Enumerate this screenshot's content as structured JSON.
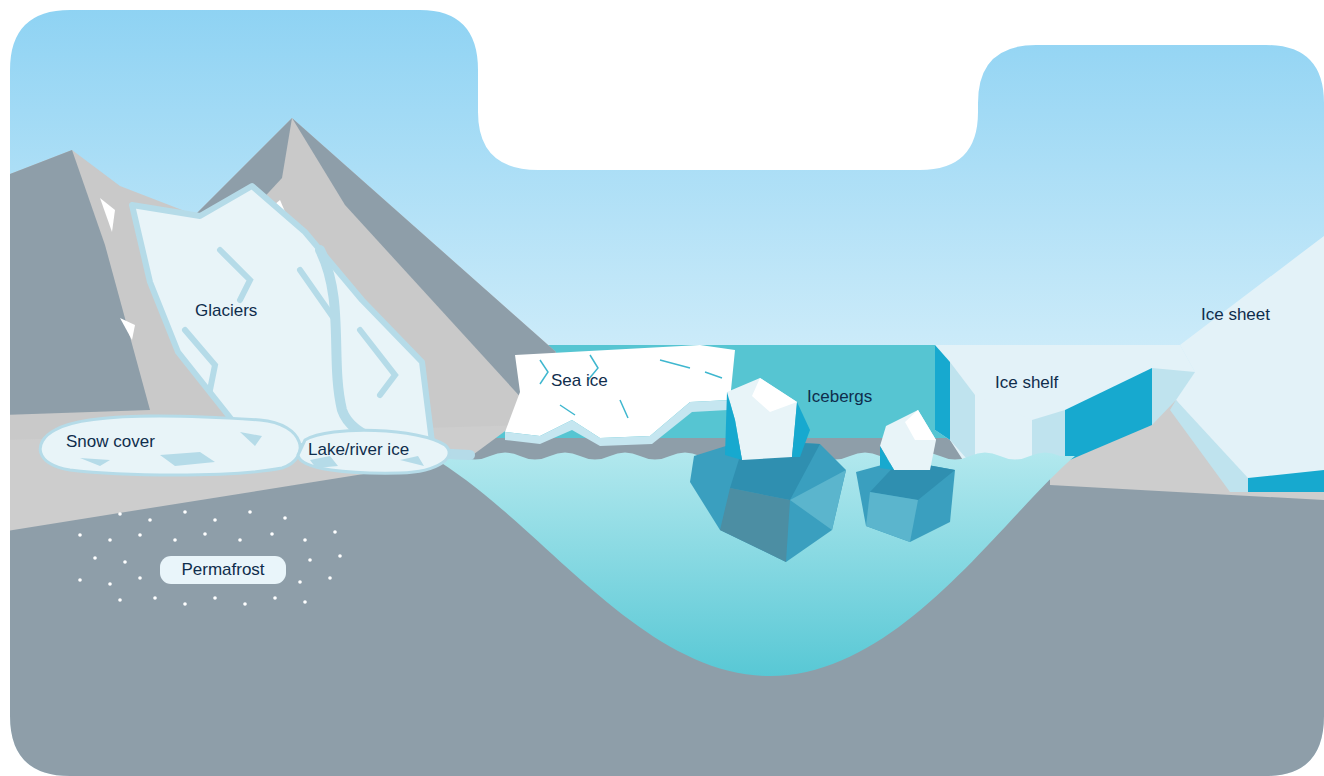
{
  "diagram": {
    "nodes": [
      {
        "text": [
          "Permafrost"
        ]
      }
    ],
    "labels": [
      "Glaciers",
      "Ice sheet",
      "Sea ice",
      "Ice shelf",
      "Icebergs",
      "Snow cover",
      "Lake/river ice"
    ]
  }
}
